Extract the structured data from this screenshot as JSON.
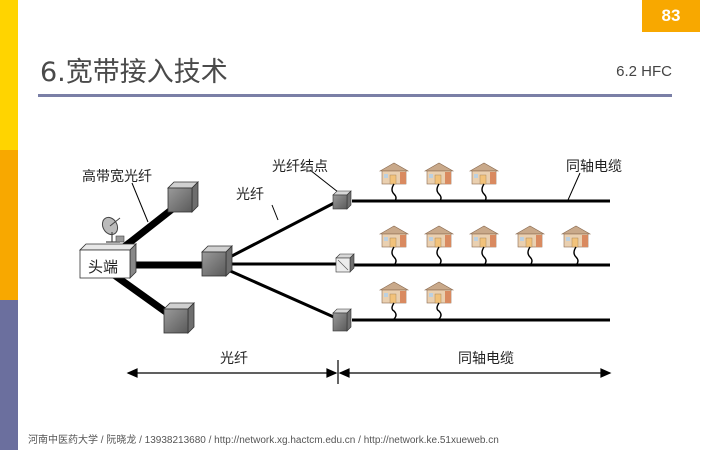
{
  "page_number": "83",
  "title": "6.宽带接入技术",
  "section": "6.2 HFC",
  "labels": {
    "wideband_fiber": "高带宽光纤",
    "fiber": "光纤",
    "fiber_node": "光纤结点",
    "coax_top": "同轴电缆",
    "headend": "头端",
    "bottom_fiber": "光纤",
    "bottom_coax": "同轴电缆"
  },
  "footer": "河南中医药大学 / 阮晓龙 / 13938213680 / http://network.xg.hactcm.edu.cn / http://network.ke.51xueweb.cn",
  "colors": {
    "sidebar": [
      "#ffd400",
      "#f8a800",
      "#6b6f9e"
    ],
    "accent": "#f8a800",
    "rule": "#7a7fa6"
  }
}
